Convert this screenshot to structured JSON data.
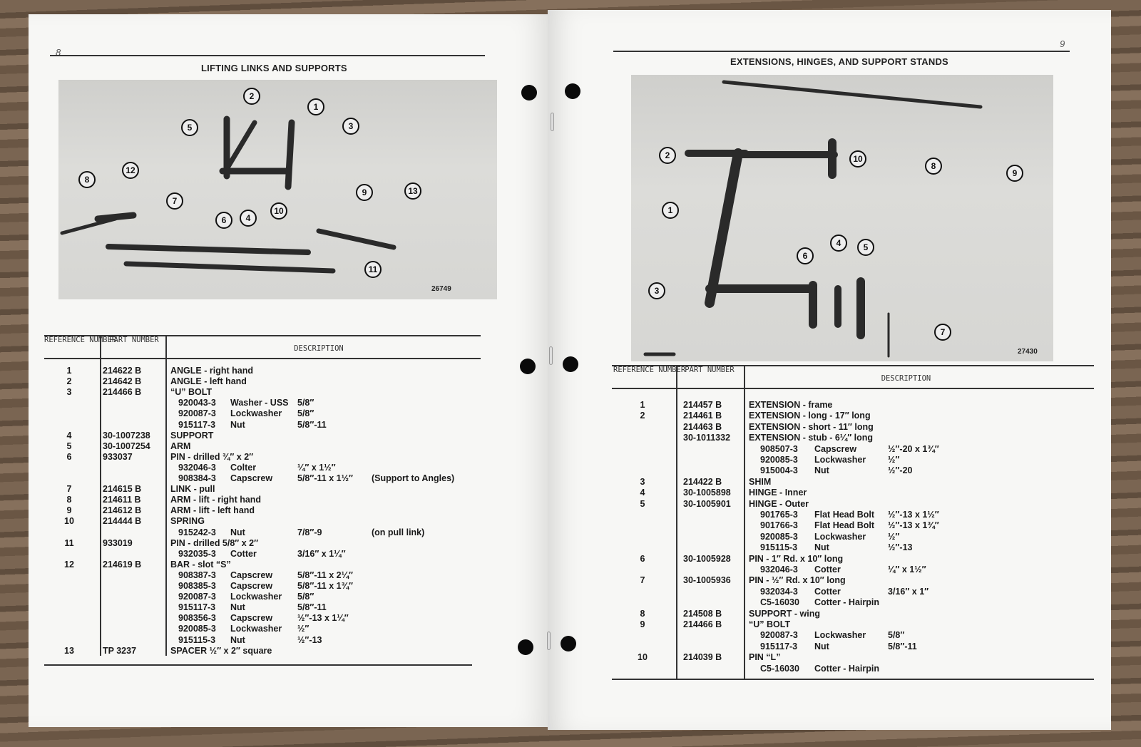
{
  "left_page": {
    "page_number": "8",
    "title": "LIFTING LINKS AND SUPPORTS",
    "figure_number": "26749",
    "callouts": [
      "1",
      "2",
      "3",
      "4",
      "5",
      "6",
      "7",
      "8",
      "9",
      "10",
      "11",
      "12",
      "13"
    ],
    "headers": {
      "ref": "REFERENCE NUMBER",
      "part": "PART NUMBER",
      "desc": "DESCRIPTION"
    },
    "rows": [
      {
        "t": "m",
        "ref": "1",
        "part": "214622 B",
        "desc": "ANGLE  -  right hand"
      },
      {
        "t": "m",
        "ref": "2",
        "part": "214642 B",
        "desc": "ANGLE  -  left hand"
      },
      {
        "t": "m",
        "ref": "3",
        "part": "214466 B",
        "desc": "“U” BOLT"
      },
      {
        "t": "s",
        "code": "920043-3",
        "name": "Washer - USS",
        "size": "5/8″"
      },
      {
        "t": "s",
        "code": "920087-3",
        "name": "Lockwasher",
        "size": "5/8″"
      },
      {
        "t": "s",
        "code": "915117-3",
        "name": "Nut",
        "size": "5/8″-11"
      },
      {
        "t": "m",
        "ref": "4",
        "part": "30-1007238",
        "desc": "SUPPORT"
      },
      {
        "t": "m",
        "ref": "5",
        "part": "30-1007254",
        "desc": "ARM"
      },
      {
        "t": "m",
        "ref": "6",
        "part": "933037",
        "desc": "PIN  -  drilled  ¾″ x 2″"
      },
      {
        "t": "s",
        "code": "932046-3",
        "name": "Colter",
        "size": "¼″ x 1½″"
      },
      {
        "t": "s",
        "code": "908384-3",
        "name": "Capscrew",
        "size": "5/8″-11 x 1½″",
        "note": "(Support to Angles)"
      },
      {
        "t": "m",
        "ref": "7",
        "part": "214615 B",
        "desc": "LINK  -  pull"
      },
      {
        "t": "m",
        "ref": "8",
        "part": "214611 B",
        "desc": "ARM  -  lift  -  right hand"
      },
      {
        "t": "m",
        "ref": "9",
        "part": "214612 B",
        "desc": "ARM  -  lift  -  left hand"
      },
      {
        "t": "m",
        "ref": "10",
        "part": "214444 B",
        "desc": "SPRING"
      },
      {
        "t": "s",
        "code": "915242-3",
        "name": "Nut",
        "size": "7/8″-9",
        "note": "(on pull link)"
      },
      {
        "t": "m",
        "ref": "11",
        "part": "933019",
        "desc": "PIN  -  drilled  5/8″ x 2″"
      },
      {
        "t": "s",
        "code": "932035-3",
        "name": "Cotter",
        "size": "3/16″ x 1¼″"
      },
      {
        "t": "m",
        "ref": "12",
        "part": "214619 B",
        "desc": "BAR  -  slot  “S”"
      },
      {
        "t": "s",
        "code": "908387-3",
        "name": "Capscrew",
        "size": "5/8″-11 x 2¼″"
      },
      {
        "t": "s",
        "code": "908385-3",
        "name": "Capscrew",
        "size": "5/8″-11 x 1¾″"
      },
      {
        "t": "s",
        "code": "920087-3",
        "name": "Lockwasher",
        "size": "5/8″"
      },
      {
        "t": "s",
        "code": "915117-3",
        "name": "Nut",
        "size": "5/8″-11"
      },
      {
        "t": "s",
        "code": "908356-3",
        "name": "Capscrew",
        "size": "½″-13 x 1¼″"
      },
      {
        "t": "s",
        "code": "920085-3",
        "name": "Lockwasher",
        "size": "½″"
      },
      {
        "t": "s",
        "code": "915115-3",
        "name": "Nut",
        "size": "½″-13"
      },
      {
        "t": "m",
        "ref": "13",
        "part": "TP 3237",
        "desc": "SPACER    ½″ x 2″ square"
      }
    ]
  },
  "right_page": {
    "page_number": "9",
    "title": "EXTENSIONS, HINGES, AND SUPPORT STANDS",
    "figure_number": "27430",
    "callouts": [
      "1",
      "2",
      "3",
      "4",
      "5",
      "6",
      "7",
      "8",
      "9",
      "10"
    ],
    "headers": {
      "ref": "REFERENCE NUMBER",
      "part": "PART NUMBER",
      "desc": "DESCRIPTION"
    },
    "rows": [
      {
        "t": "m",
        "ref": "1",
        "part": "214457 B",
        "desc": "EXTENSION  -  frame"
      },
      {
        "t": "m",
        "ref": "2",
        "part": "214461 B",
        "desc": "EXTENSION  -  long  -  17″ long"
      },
      {
        "t": "m",
        "ref": "",
        "part": "214463 B",
        "desc": "EXTENSION  -  short  -  11″ long"
      },
      {
        "t": "m",
        "ref": "",
        "part": "30-1011332",
        "desc": "EXTENSION  -  stub  -  6¼″ long"
      },
      {
        "t": "s",
        "code": "908507-3",
        "name": "Capscrew",
        "size": "½″-20 x 1¾″"
      },
      {
        "t": "s",
        "code": "920085-3",
        "name": "Lockwasher",
        "size": "½″"
      },
      {
        "t": "s",
        "code": "915004-3",
        "name": "Nut",
        "size": "½″-20"
      },
      {
        "t": "m",
        "ref": "3",
        "part": "214422 B",
        "desc": "SHIM"
      },
      {
        "t": "m",
        "ref": "4",
        "part": "30-1005898",
        "desc": "HINGE  -  Inner"
      },
      {
        "t": "m",
        "ref": "5",
        "part": "30-1005901",
        "desc": "HINGE  -  Outer"
      },
      {
        "t": "s",
        "code": "901765-3",
        "name": "Flat Head Bolt",
        "size": "½″-13 x 1½″"
      },
      {
        "t": "s",
        "code": "901766-3",
        "name": "Flat Head Bolt",
        "size": "½″-13 x 1¾″"
      },
      {
        "t": "s",
        "code": "920085-3",
        "name": "Lockwasher",
        "size": "½″"
      },
      {
        "t": "s",
        "code": "915115-3",
        "name": "Nut",
        "size": "½″-13"
      },
      {
        "t": "m",
        "ref": "6",
        "part": "30-1005928",
        "desc": "PIN  -  1″ Rd. x 10″ long"
      },
      {
        "t": "s",
        "code": "932046-3",
        "name": "Cotter",
        "size": "¼″ x 1½″"
      },
      {
        "t": "m",
        "ref": "7",
        "part": "30-1005936",
        "desc": "PIN  -  ½″ Rd. x 10″ long"
      },
      {
        "t": "s",
        "code": "932034-3",
        "name": "Cotter",
        "size": "3/16″ x 1″"
      },
      {
        "t": "s",
        "code": "C5-16030",
        "name": "Cotter  -  Hairpin",
        "size": ""
      },
      {
        "t": "m",
        "ref": "8",
        "part": "214508 B",
        "desc": "SUPPORT  -  wing"
      },
      {
        "t": "m",
        "ref": "9",
        "part": "214466 B",
        "desc": "“U” BOLT"
      },
      {
        "t": "s",
        "code": "920087-3",
        "name": "Lockwasher",
        "size": "5/8″"
      },
      {
        "t": "s",
        "code": "915117-3",
        "name": "Nut",
        "size": "5/8″-11"
      },
      {
        "t": "m",
        "ref": "10",
        "part": "214039 B",
        "desc": "PIN “L”"
      },
      {
        "t": "s",
        "code": "C5-16030",
        "name": "Cotter  -  Hairpin",
        "size": ""
      }
    ]
  }
}
